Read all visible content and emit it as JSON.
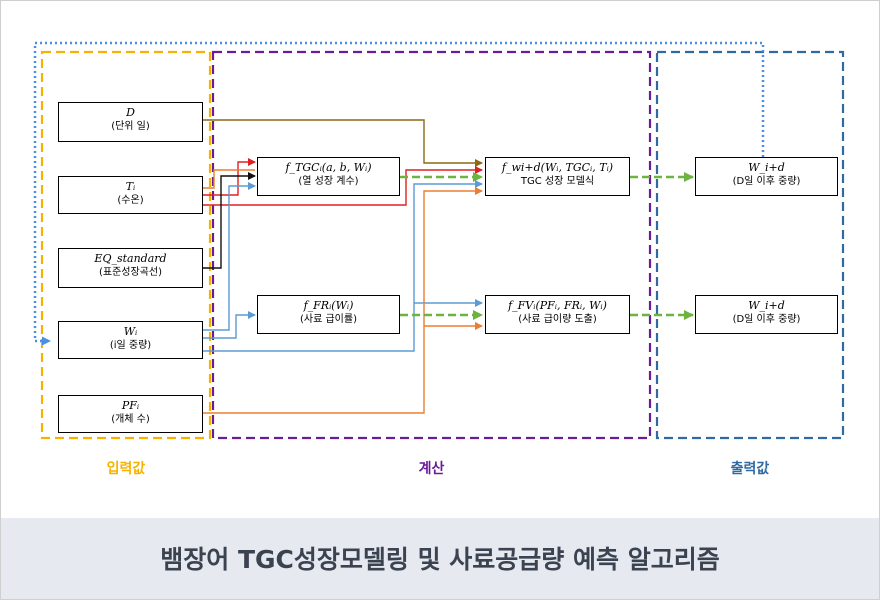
{
  "inputs": [
    {
      "var": "D",
      "desc": "(단위 일)"
    },
    {
      "var": "Tᵢ",
      "desc": "(수온)"
    },
    {
      "var": "EQ_standard",
      "desc": "(표준성장곡선)"
    },
    {
      "var": "Wᵢ",
      "desc": "(i일 중량)"
    },
    {
      "var": "PFᵢ",
      "desc": "(개체 수)"
    }
  ],
  "calc": [
    {
      "var": "f_TGCᵢ(a, b, Wᵢ)",
      "desc": "(열 성장 계수)"
    },
    {
      "var": "f_FRᵢ(Wᵢ)",
      "desc": "(사료 급이률)"
    },
    {
      "var": "f_wi+d(Wᵢ, TGCᵢ, Tᵢ)",
      "desc": "TGC 성장 모델식"
    },
    {
      "var": "f_FVᵢ(PFᵢ, FRᵢ, Wᵢ)",
      "desc": "(사료 급이량 도출)"
    }
  ],
  "outputs": [
    {
      "var": "W_i+d",
      "desc": "(D일 이후 중량)"
    },
    {
      "var": "W_i+d",
      "desc": "(D일 이후 중량)"
    }
  ],
  "groups": {
    "input": "입력값",
    "calc": "계산",
    "output": "출력값"
  },
  "caption": "뱀장어 TGC성장모델링 및 사료공급량 예측 알고리즘",
  "colors": {
    "input_group": "#f5b300",
    "calc_group": "#6a1b9a",
    "output_group": "#2f6aa3",
    "feedback_dotted": "#4a90e2",
    "arrow_D": "#8b6914",
    "arrow_T": "#e02020",
    "arrow_EQ": "#111111",
    "arrow_W": "#5b9bd5",
    "arrow_PF": "#ed7d31",
    "arrow_out": "#6db33f"
  }
}
